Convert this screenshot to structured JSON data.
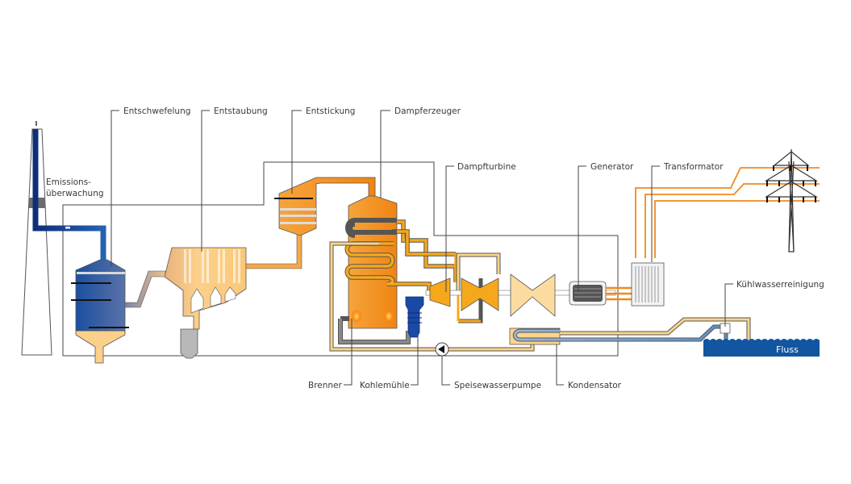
{
  "labels": {
    "emissions_line1": "Emissions-",
    "emissions_line2": "überwachung",
    "entschwefelung": "Entschwefelung",
    "entstaubung": "Entstaubung",
    "entstickung": "Entstickung",
    "dampferzeuger": "Dampferzeuger",
    "dampfturbine": "Dampfturbine",
    "generator": "Generator",
    "transformator": "Transformator",
    "kuehlwasserreinigung": "Kühlwasserreinigung",
    "fluss": "Fluss",
    "brenner": "Brenner",
    "kohlemuehle": "Kohlemühle",
    "speisewasserpumpe": "Speisewasserpumpe",
    "kondensator": "Kondensator"
  },
  "colors": {
    "flue_gas_clean": "#0d2f7a",
    "scrubber_blue": "#1f58a8",
    "hot_gas_orange": "#f08a1c",
    "steam_pipe": "#f5a81c",
    "condensate_pipe": "#fbd58c",
    "cooling_water": "#5b8fc8",
    "river": "#1255a0",
    "power_line": "#f08a1c",
    "outline_gray": "#555555"
  }
}
